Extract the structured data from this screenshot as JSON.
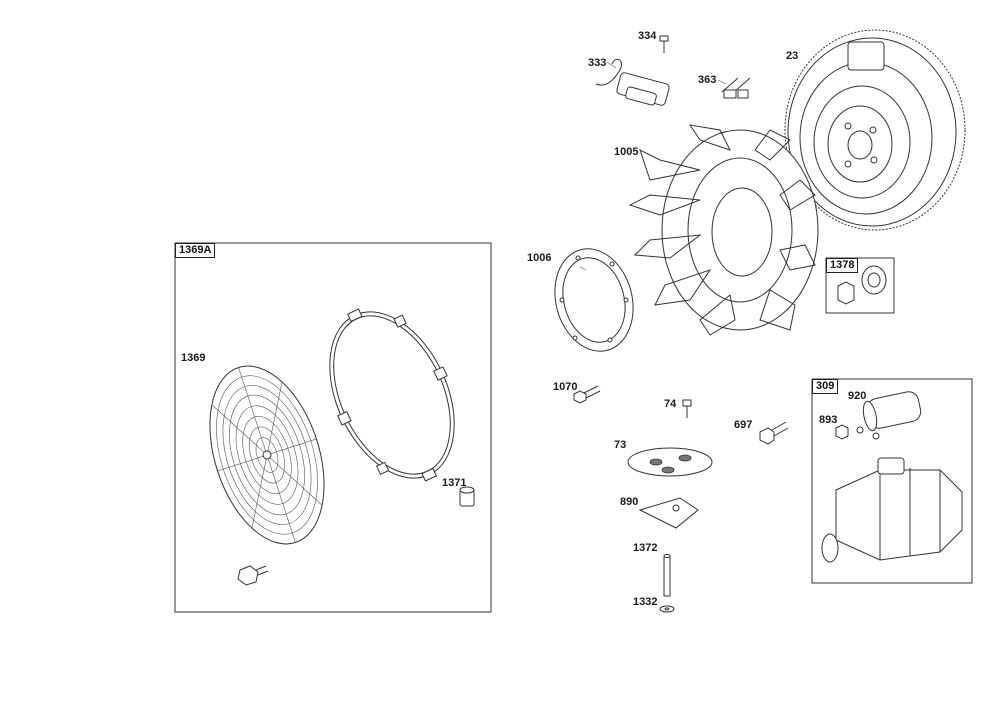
{
  "parts": {
    "p1369A": "1369A",
    "p1369": "1369",
    "p1371": "1371",
    "p334": "334",
    "p333": "333",
    "p363": "363",
    "p23": "23",
    "p1005": "1005",
    "p1006": "1006",
    "p1378": "1378",
    "p1070": "1070",
    "p74": "74",
    "p697": "697",
    "p73": "73",
    "p890": "890",
    "p1372": "1372",
    "p1332": "1332",
    "p309": "309",
    "p920": "920",
    "p893": "893"
  }
}
